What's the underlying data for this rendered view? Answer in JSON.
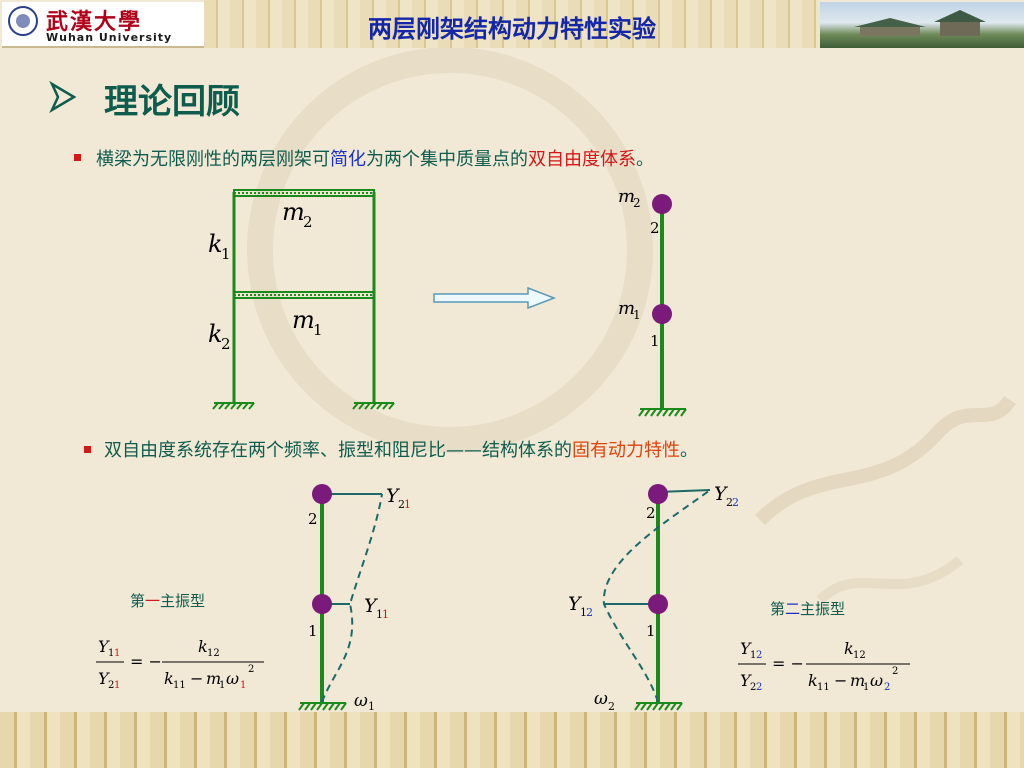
{
  "header": {
    "logo_cn": "武漢大學",
    "logo_en": "Wuhan University",
    "title": "两层刚架结构动力特性实验"
  },
  "section": {
    "title": "理论回顾"
  },
  "bullet1": {
    "p1": "横梁为无限刚性的两层刚架可",
    "p2": "简化",
    "p3": "为两个集中质量点的",
    "p4": "双自由度体系",
    "p5": "。"
  },
  "bullet2": {
    "p1": "双自由度系统存在两个频率、振型和阻尼比——结构体系的",
    "p2": "固有动力特性",
    "p3": "。"
  },
  "frame": {
    "m2": "m",
    "m2_sub": "2",
    "m1": "m",
    "m1_sub": "1",
    "k1": "k",
    "k1_sub": "1",
    "k2": "k",
    "k2_sub": "2"
  },
  "stick": {
    "m2": "m",
    "m2_sub": "2",
    "n2": "2",
    "m1": "m",
    "m1_sub": "1",
    "n1": "1"
  },
  "mode1": {
    "label_a": "第",
    "label_b": "一",
    "label_c": "主振型",
    "y21": "Y",
    "y21_s1": "2",
    "y21_s2": "1",
    "y11": "Y",
    "y11_s1": "1",
    "y11_s2": "1",
    "n2": "2",
    "n1": "1",
    "omega": "ω",
    "omega_sub": "1",
    "f_num_y": "Y",
    "f_num_s1": "1",
    "f_num_s2": "1",
    "f_den_y": "Y",
    "f_den_s1": "2",
    "f_den_s2": "1",
    "eq": "= −",
    "k_num": "k",
    "k_num_sub": "12",
    "k_den": "k",
    "k_den_sub": "11",
    "minus": "−",
    "m": "m",
    "m_sub": "1",
    "w": "ω",
    "w_sub": "1",
    "w_sup": "2"
  },
  "mode2": {
    "label_a": "第",
    "label_b": "二",
    "label_c": "主振型",
    "y22": "Y",
    "y22_s1": "2",
    "y22_s2": "2",
    "y12": "Y",
    "y12_s1": "1",
    "y12_s2": "2",
    "n2": "2",
    "n1": "1",
    "omega": "ω",
    "omega_sub": "2",
    "f_num_y": "Y",
    "f_num_s1": "1",
    "f_num_s2": "2",
    "f_den_y": "Y",
    "f_den_s1": "2",
    "f_den_s2": "2",
    "eq": "= −",
    "k_num": "k",
    "k_num_sub": "12",
    "k_den": "k",
    "k_den_sub": "11",
    "minus": "−",
    "m": "m",
    "m_sub": "1",
    "w": "ω",
    "w_sub": "2",
    "w_sup": "2"
  },
  "colors": {
    "structure": "#1a8a1a",
    "mass": "#7a1a7a",
    "mode": "#1a6a6a",
    "accent_red": "#d21818",
    "accent_blue": "#1830c8"
  }
}
